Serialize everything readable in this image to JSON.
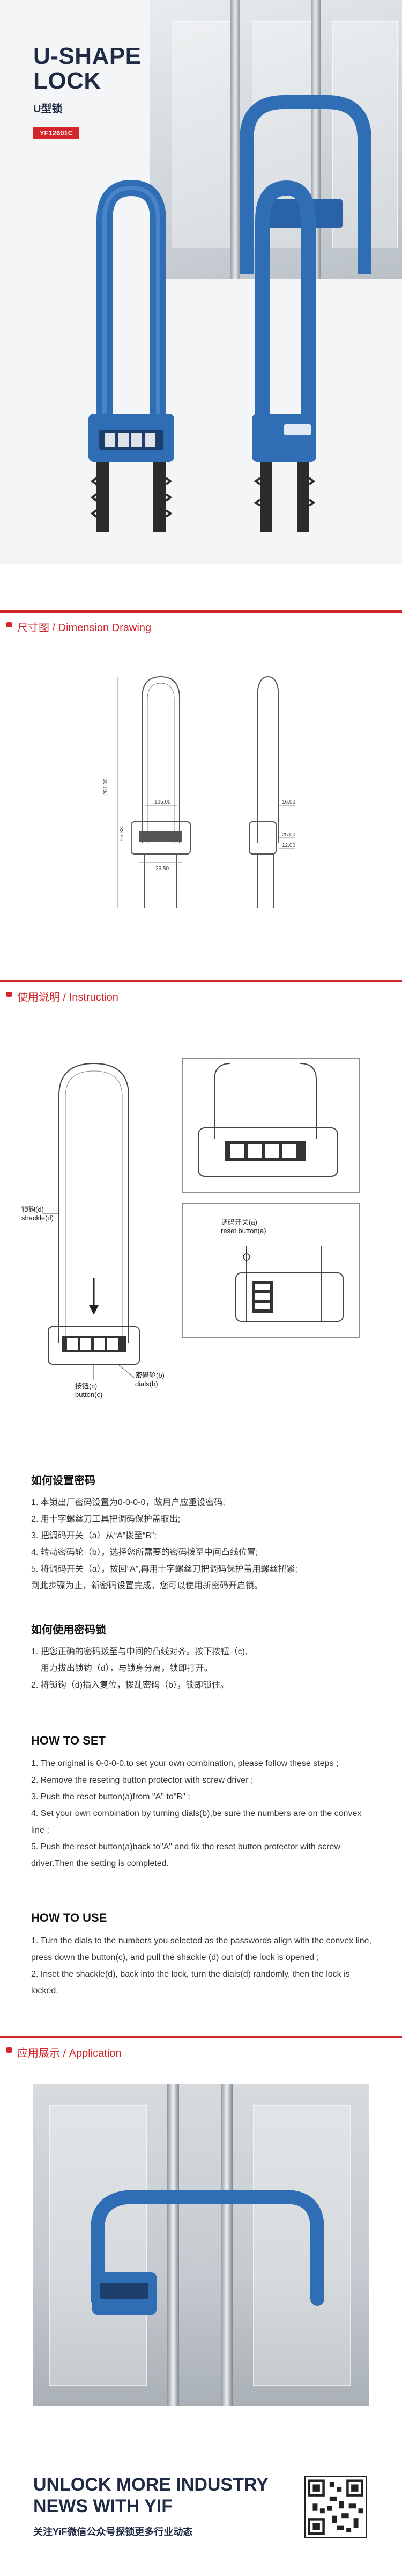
{
  "hero": {
    "title_line1": "U-SHAPE",
    "title_line2": "LOCK",
    "subtitle": "U型锁",
    "model": "YF12601C"
  },
  "sections": {
    "dimension": "尺寸图 / Dimension Drawing",
    "instruction": "使用说明 / Instruction",
    "application": "应用展示 / Application"
  },
  "dimension_drawing": {
    "labels": [
      "105.00",
      "16.00",
      "251.00",
      "65.33",
      "26.50",
      "25.00",
      "12.00"
    ]
  },
  "instruction_diagram": {
    "shackle_label_cn": "锁钩(d)",
    "shackle_label_en": "shackle(d)",
    "reset_label_cn": "调码开关(a)",
    "reset_label_en": "reset button(a)",
    "button_label_cn": "按钮(c)",
    "button_label_en": "button(c)",
    "dials_label_cn": "密码轮(b)",
    "dials_label_en": "dials(b)"
  },
  "set_cn": {
    "title": "如何设置密码",
    "lines": [
      "1. 本锁出厂密码设置为0-0-0-0，故用户应重设密码;",
      "2. 用十字螺丝刀工具把调码保护盖取出;",
      "3. 把调码开关（a）从“A”拨至“B”;",
      "4. 转动密码轮（b），选择您所需要的密码拨至中间凸线位置;",
      "5. 将调码开关（a），拨回“A”,再用十字螺丝刀把调码保护盖用螺丝扭紧;",
      "到此步骤为止，新密码设置完成，您可以使用新密码开启锁。"
    ]
  },
  "use_cn": {
    "title": "如何使用密码锁",
    "lines": [
      "1. 把您正确的密码拨至与中间的凸线对齐。按下按钮（c),",
      "    用力拔出锁钩（d），与锁身分离，锁即打开。",
      "2. 将锁钩（d)插入复位，拨乱密码（b），锁即锁住。"
    ]
  },
  "set_en": {
    "title": "HOW TO SET",
    "lines": [
      "1. The original is 0-0-0-0,to set your own combination, please follow these steps ;",
      "2. Remove the reseting button protector with screw driver ;",
      "3. Push the reset button(a)from \"A\" to\"B\" ;",
      "4. Set your own combination by turning dials(b),be sure the numbers are on the convex line ;",
      "5. Push the reset button(a)back to\"A\" and fix the reset button protector with screw driver.Then the setting is completed."
    ]
  },
  "use_en": {
    "title": "HOW TO USE",
    "lines": [
      "1. Turn the dials to the numbers you selected as the passwords align with the convex line, press down the button(c), and pull the shackle (d) out of the lock is opened ;",
      "2. Inset the shackle(d), back into the lock, turn the dials(d) randomly, then the lock is locked."
    ]
  },
  "footer": {
    "title_line1": "UNLOCK MORE INDUSTRY",
    "title_line2": "NEWS WITH YIF",
    "subtitle": "关注YiF微信公众号探锁更多行业动态"
  },
  "colors": {
    "accent": "#d3262a",
    "lock_blue": "#2f6db5",
    "navy": "#1f2a44"
  }
}
